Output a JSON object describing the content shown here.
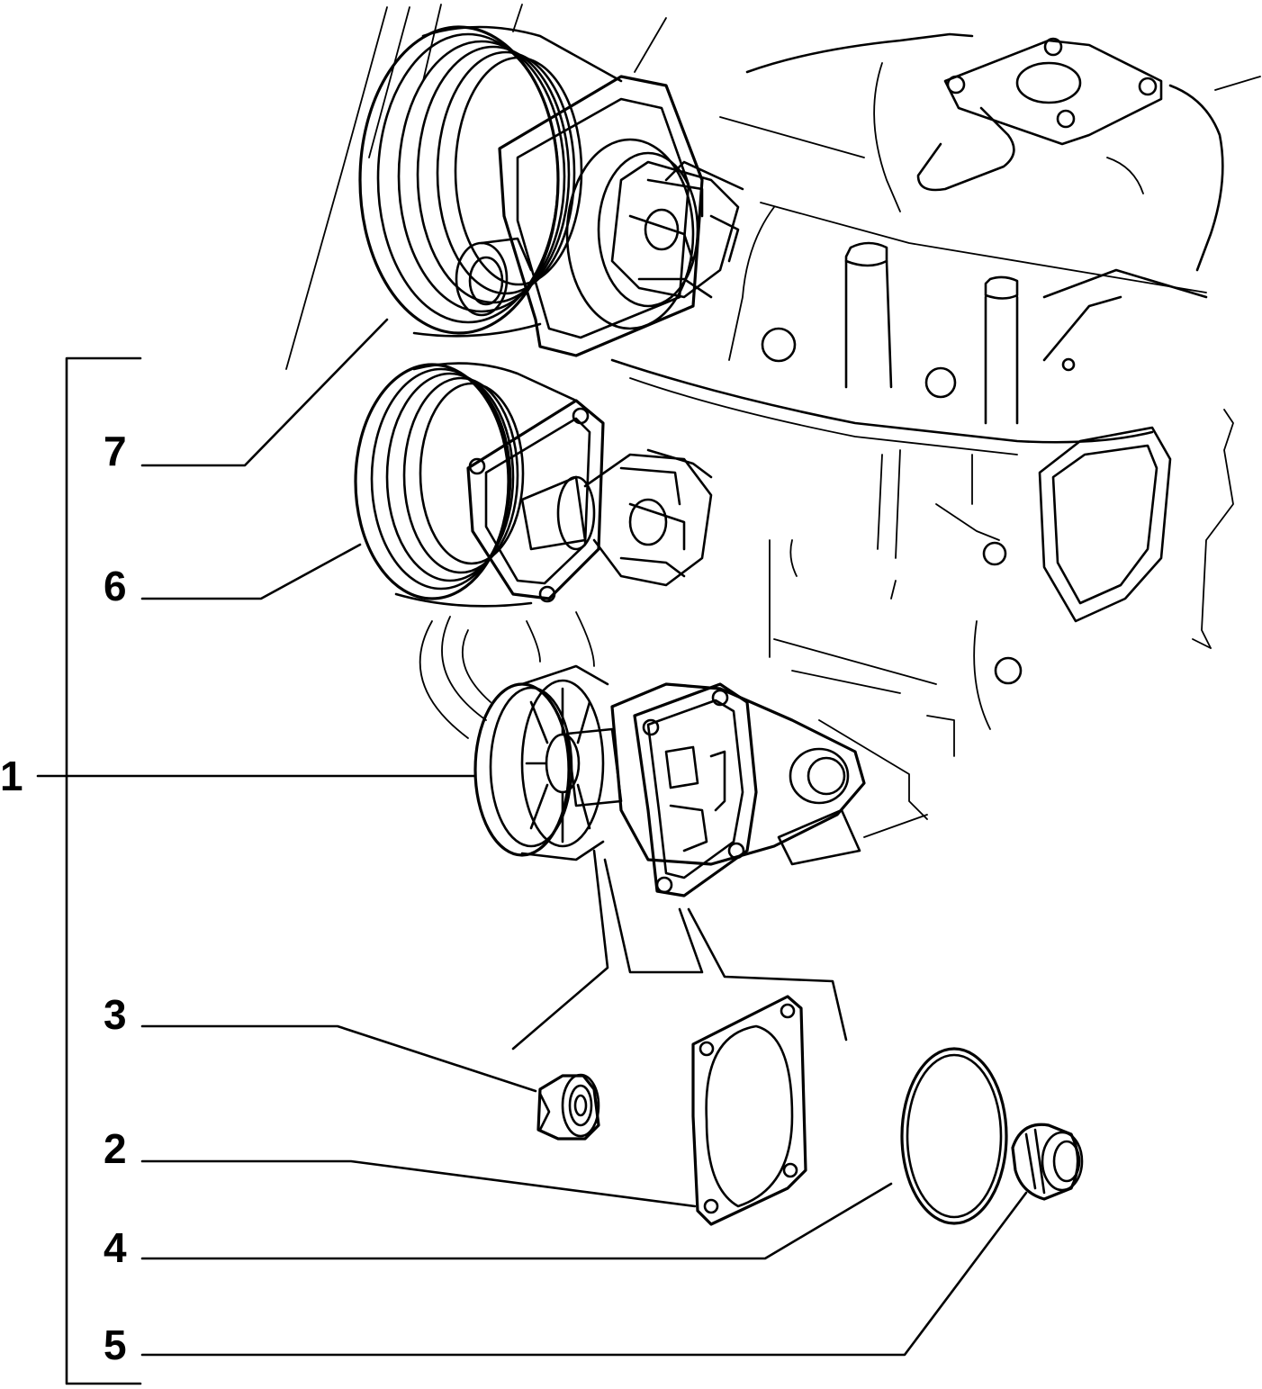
{
  "diagram": {
    "callouts": {
      "c1": "1",
      "c2": "2",
      "c3": "3",
      "c4": "4",
      "c5": "5",
      "c6": "6",
      "c7": "7"
    }
  }
}
